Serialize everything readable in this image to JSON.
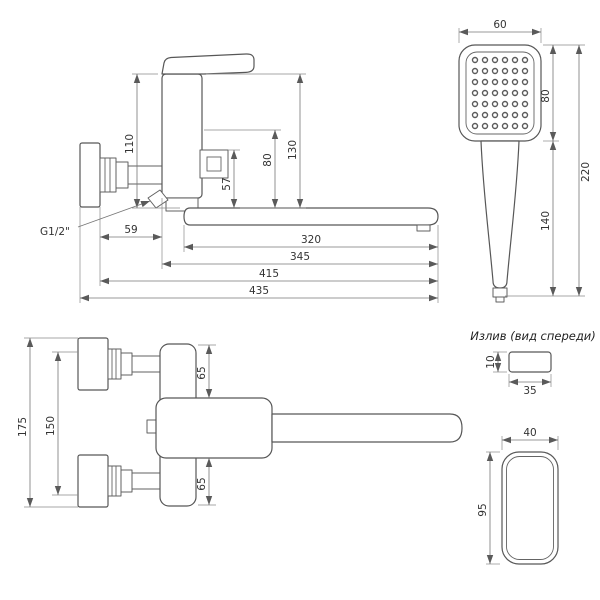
{
  "captions": {
    "spout_front_view": "Излив (вид спереди)"
  },
  "labels": {
    "thread_size": "G1/2\""
  },
  "dims": {
    "side": {
      "v110": "110",
      "v80": "80",
      "v130": "130",
      "v57": "57",
      "h59": "59",
      "h320": "320",
      "h345": "345",
      "h415": "415",
      "h435": "435"
    },
    "shower": {
      "w60": "60",
      "h80": "80",
      "h140": "140",
      "h220": "220"
    },
    "front": {
      "v175": "175",
      "v150": "150",
      "v65_top": "65",
      "v65_bottom": "65"
    },
    "spout_front": {
      "v10": "10",
      "h35": "35"
    },
    "spout_plan": {
      "w40": "40",
      "h95": "95"
    }
  }
}
